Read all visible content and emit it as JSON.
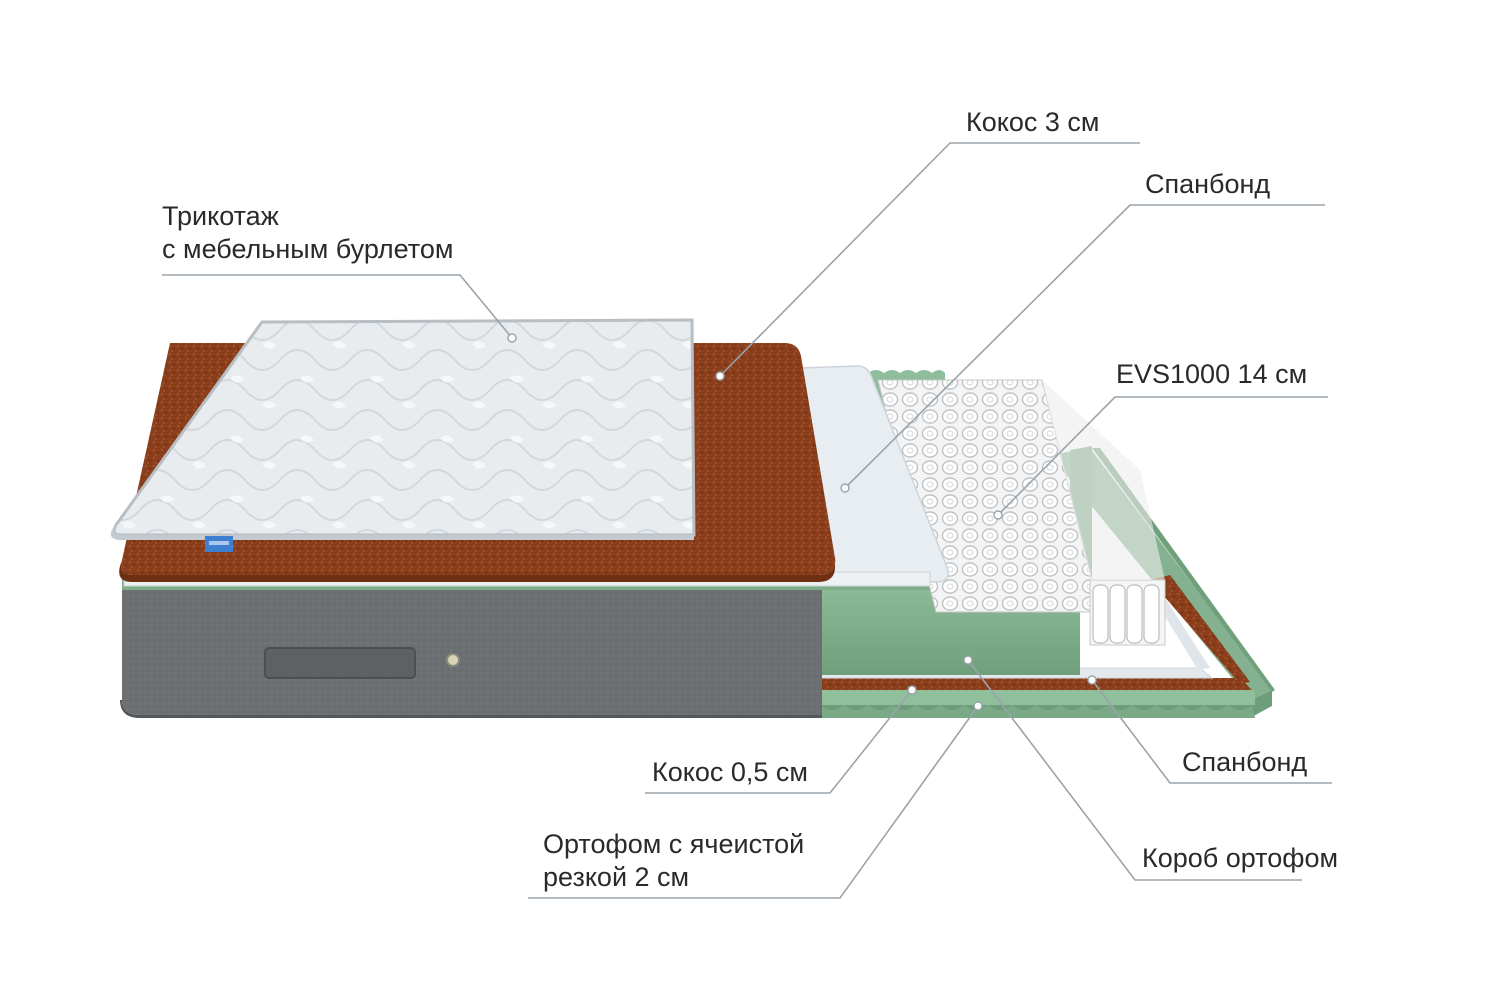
{
  "labels": {
    "cover_line1": "Трикотаж",
    "cover_line2": "с мебельным бурлетом",
    "coconut_top": "Кокос 3 см",
    "spunbond_top": "Спанбонд",
    "springs": "EVS1000 14 см",
    "coconut_bottom": "Кокос 0,5 см",
    "foam_line1": "Ортофом с ячеистой",
    "foam_line2": "резкой 2 см",
    "spunbond_bottom": "Спанбонд",
    "box": "Короб ортофом"
  },
  "colors": {
    "text": "#2a2a2a",
    "leader_line": "#9aa3ac",
    "cover": "#e9ecee",
    "coconut": "#8a3e1c",
    "spunbond": "#e6ebef",
    "green_foam": "#8fb79a",
    "grey_fabric": "#6b6f72"
  }
}
